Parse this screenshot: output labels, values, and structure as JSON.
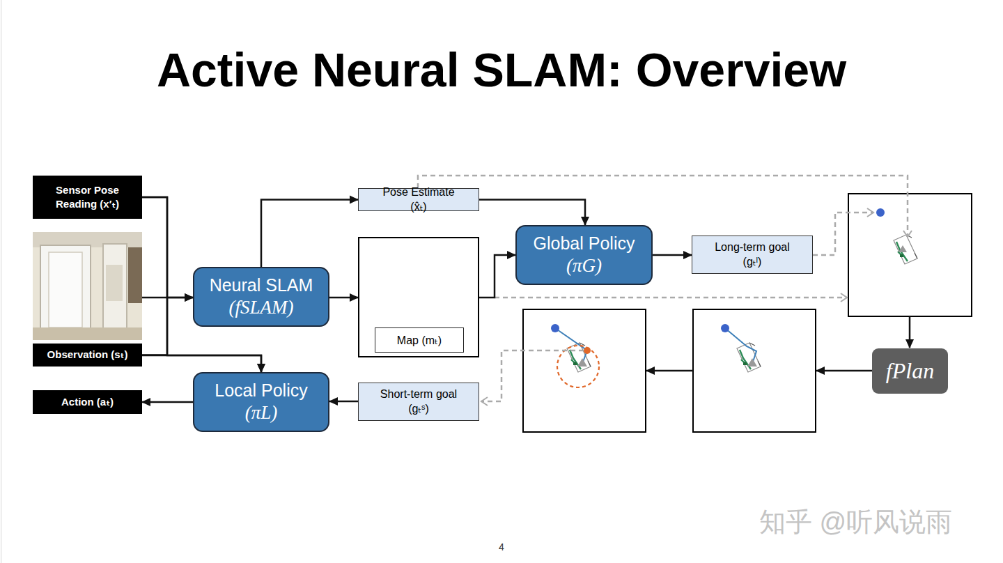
{
  "diagram": {
    "title": "Active Neural SLAM: Overview",
    "nodes": [
      {
        "text": [
          "Sensor Pose Reading (x′ₜ)"
        ]
      },
      {
        "text": [
          "Observation (sₜ)"
        ]
      },
      {
        "text": [
          "Pose Estimate (x̂ₜ)"
        ]
      },
      {
        "text": [
          "Neural SLAM",
          "(fSLAM)"
        ]
      },
      {
        "text": [
          "Map (mₜ)"
        ]
      },
      {
        "text": [
          "Global Policy",
          "(πG)"
        ]
      },
      {
        "text": [
          "Long-term goal (gₜˡ)"
        ]
      },
      {
        "text": [
          "fPlan"
        ]
      },
      {
        "text": [
          "Short-term goal (gₜˢ)"
        ]
      },
      {
        "text": [
          "Local Policy",
          "(πL)"
        ]
      },
      {
        "text": [
          "Action (aₜ)"
        ]
      }
    ],
    "edges": [
      {
        "from": 0,
        "to": 3,
        "arrow": "to"
      },
      {
        "from": 1,
        "to": 3,
        "arrow": "to"
      },
      {
        "from": 0,
        "to": 9,
        "arrow": "to"
      },
      {
        "from": 1,
        "to": 9,
        "arrow": "to"
      },
      {
        "from": 3,
        "to": 2,
        "arrow": "to"
      },
      {
        "from": 3,
        "to": 4,
        "arrow": "to"
      },
      {
        "from": 2,
        "to": 5,
        "arrow": "to"
      },
      {
        "from": 4,
        "to": 5,
        "arrow": "to"
      },
      {
        "from": 5,
        "to": 6,
        "arrow": "to"
      },
      {
        "from": 8,
        "to": 9,
        "arrow": "to"
      },
      {
        "from": 9,
        "to": 10,
        "arrow": "to"
      }
    ],
    "labels": [
      "4",
      "知乎 @听风说雨"
    ]
  }
}
